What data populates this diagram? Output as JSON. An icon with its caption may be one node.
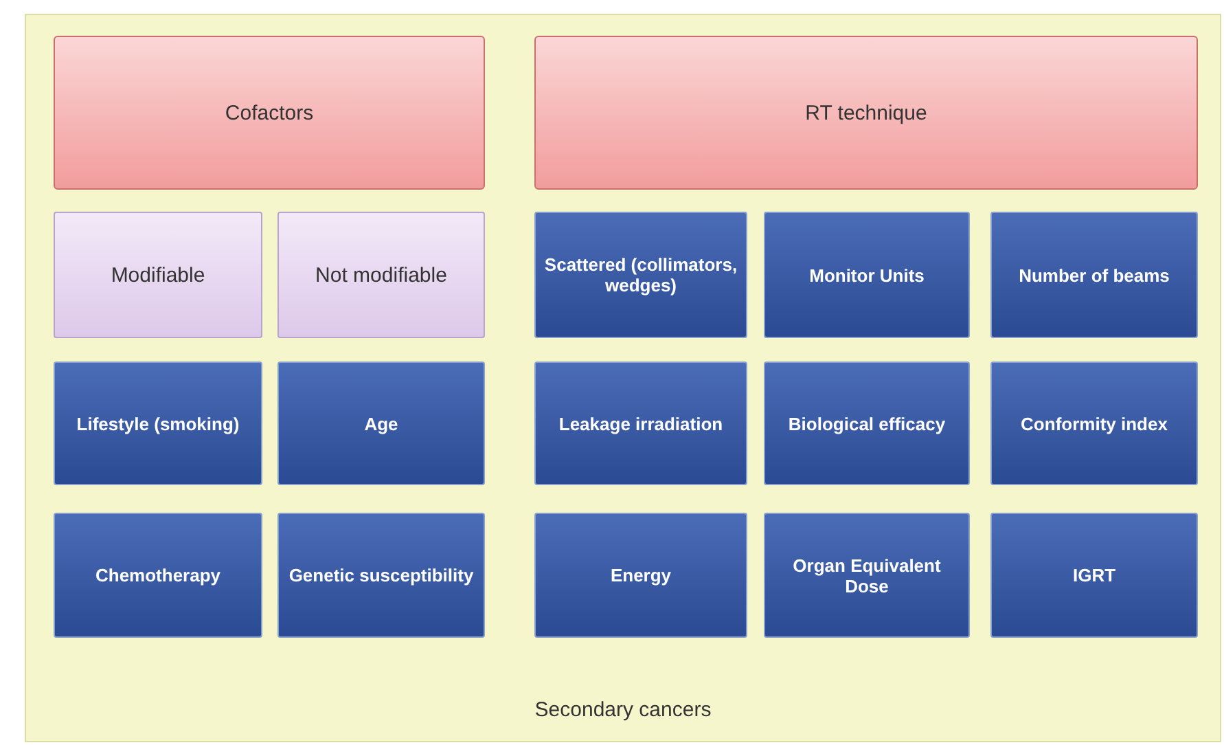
{
  "diagram": {
    "nodes": [
      {
        "text": [
          "Secondary cancers"
        ]
      },
      {
        "text": [
          "Cofactors"
        ],
        "in": 0
      },
      {
        "text": [
          "RT technique"
        ],
        "in": 0
      },
      {
        "text": [
          "Modifiable"
        ],
        "in": 0
      },
      {
        "text": [
          "Not modifiable"
        ],
        "in": 0
      },
      {
        "text": [
          "Scattered (collimators, wedges)"
        ],
        "in": 0
      },
      {
        "text": [
          "Monitor Units"
        ],
        "in": 0
      },
      {
        "text": [
          "Number of beams"
        ],
        "in": 0
      },
      {
        "text": [
          "Lifestyle (smoking)"
        ],
        "in": 0
      },
      {
        "text": [
          "Age"
        ],
        "in": 0
      },
      {
        "text": [
          "Leakage irradiation"
        ],
        "in": 0
      },
      {
        "text": [
          "Biological efficacy"
        ],
        "in": 0
      },
      {
        "text": [
          "Conformity index"
        ],
        "in": 0
      },
      {
        "text": [
          "Chemotherapy"
        ],
        "in": 0
      },
      {
        "text": [
          "Genetic susceptibility"
        ],
        "in": 0
      },
      {
        "text": [
          "Energy"
        ],
        "in": 0
      },
      {
        "text": [
          "Organ Equivalent Dose"
        ],
        "in": 0
      },
      {
        "text": [
          "IGRT"
        ],
        "in": 0
      }
    ]
  }
}
